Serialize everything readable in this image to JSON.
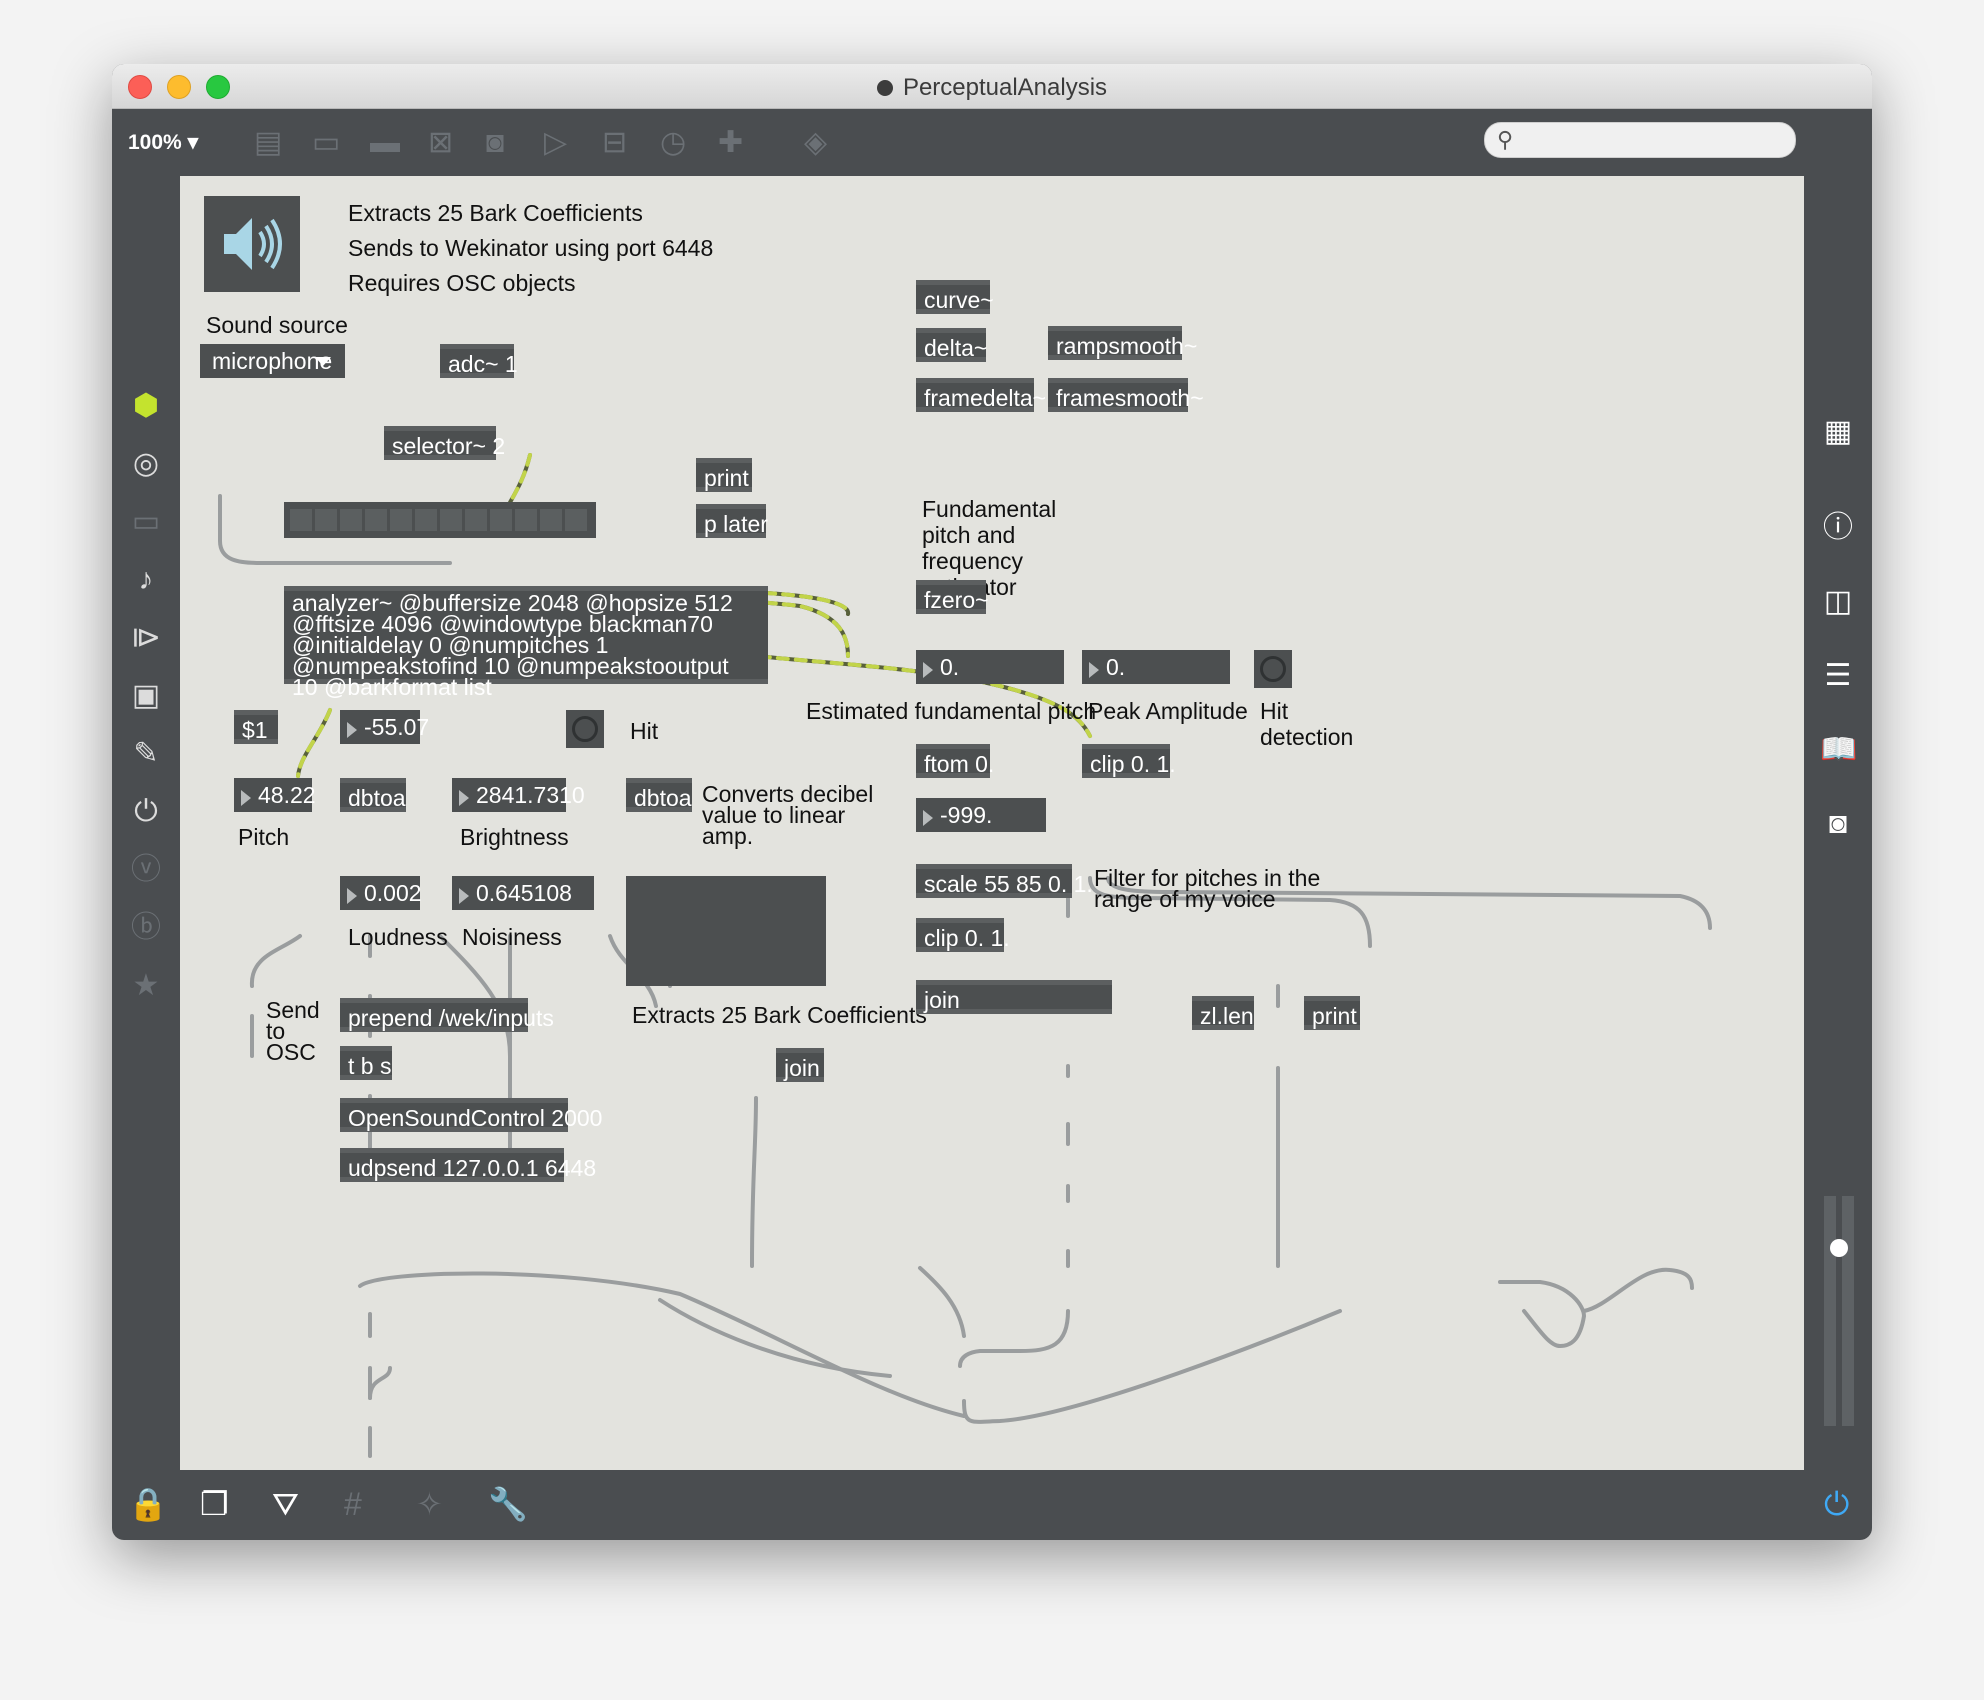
{
  "window": {
    "title": "PerceptualAnalysis"
  },
  "toolbar": {
    "zoom": "100%",
    "search_placeholder": ""
  },
  "colors": {
    "canvas": "#e3e3de",
    "object": "#4c4f50",
    "cord_signal": "#c2d44a",
    "cord_message": "#9a9d9e",
    "accent_left": "#c4e32e",
    "power": "#3fa9f5"
  },
  "comments": {
    "header1": "Extracts 25 Bark Coefficients",
    "header2": "Sends to Wekinator using port 6448",
    "header3": "Requires OSC objects",
    "sound_source": "Sound source",
    "fzero_desc": "Fundamental pitch and frequency estimator",
    "pitch": "Pitch",
    "brightness": "Brightness",
    "loudness": "Loudness",
    "noisiness": "Noisiness",
    "hit": "Hit",
    "converts": "Converts decibel value to linear amp.",
    "est_fund": "Estimated fundamental pitch",
    "peak_amp": "Peak Amplitude",
    "hit_detection": "Hit detection",
    "filter": "Filter for pitches in the range of my voice",
    "bark": "Extracts 25 Bark Coefficients",
    "send_osc": "Send to OSC"
  },
  "objects": {
    "adc": "adc~ 1",
    "selector": "selector~ 2",
    "print1": "print",
    "plater": "p later",
    "curve": "curve~",
    "delta": "delta~",
    "rampsmooth": "rampsmooth~",
    "framedelta": "framedelta~",
    "framesmooth": "framesmooth~",
    "fzero": "fzero~",
    "analyzer": "analyzer~ @buffersize 2048 @hopsize 512 @fftsize 4096 @windowtype blackman70 @initialdelay 0 @numpitches 1 @numpeakstofind 10 @numpeakstooutput 10 @barkformat list",
    "msg1": "$1",
    "dbtoa1": "dbtoa",
    "dbtoa2": "dbtoa",
    "ftom": "ftom 0.",
    "clip1": "clip 0. 1.",
    "scale": "scale 55 85 0. 1.",
    "clip2": "clip 0. 1.",
    "join1": "join",
    "zllen": "zl.len",
    "print2": "print",
    "prepend": "prepend /wek/inputs",
    "tbs": "t b s",
    "join2": "join",
    "osc": "OpenSoundControl 2000",
    "udpsend": "udpsend 127.0.0.1 6448"
  },
  "menu": {
    "sound_source_value": "microphone"
  },
  "numbers": {
    "pitch": "48.22",
    "loud_db": "-55.07",
    "brightness": "2841.7310",
    "loudness": "0.002",
    "noisiness": "0.645108",
    "fzero_pitch": "0.",
    "peak_amp": "0.",
    "ftom_out": "-999."
  },
  "meter_segments": 12
}
